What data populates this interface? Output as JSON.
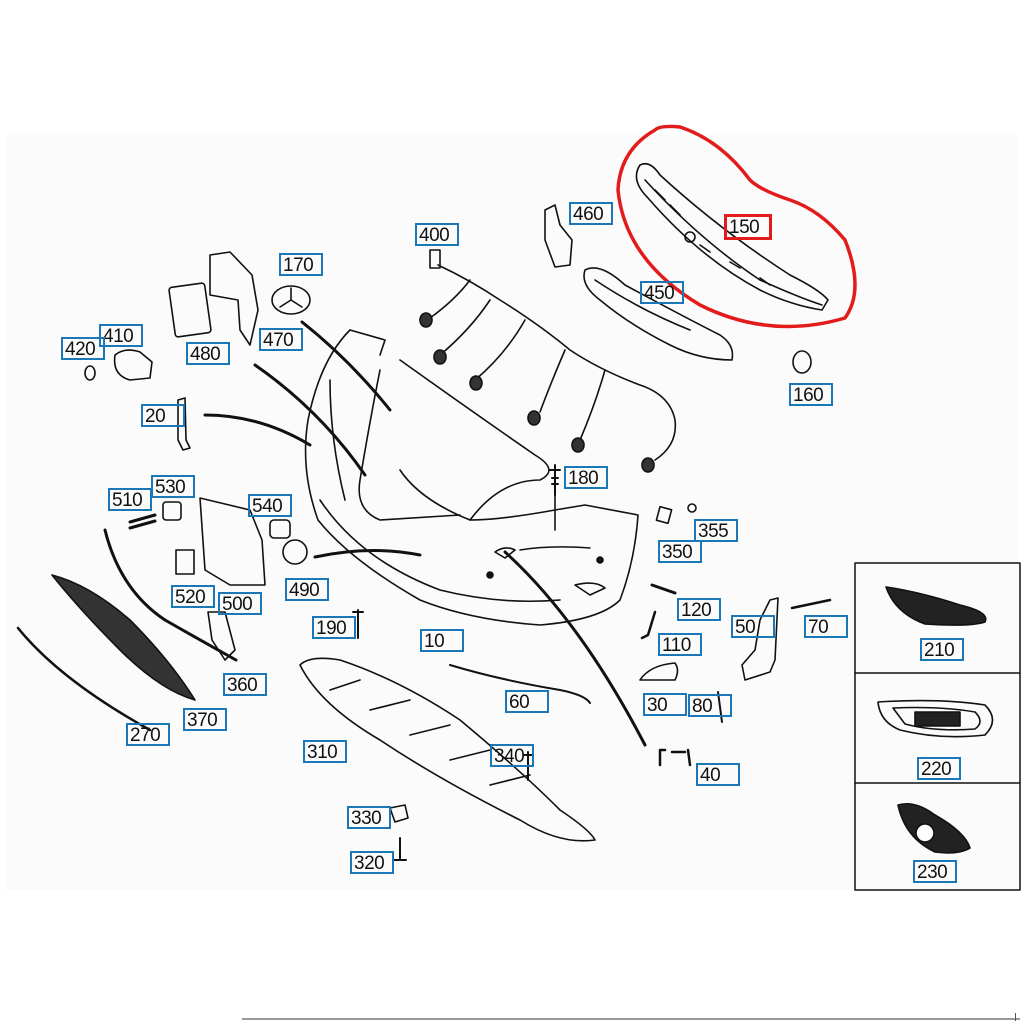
{
  "diagram": {
    "title": "Front bumper exploded parts diagram",
    "highlight_color": "#e21b1b",
    "callout_color": "#1a78b8",
    "highlighted_part": "150",
    "callouts": [
      {
        "id": "c150",
        "label": "150",
        "highlighted": true
      },
      {
        "id": "c460",
        "label": "460"
      },
      {
        "id": "c400",
        "label": "400"
      },
      {
        "id": "c450",
        "label": "450"
      },
      {
        "id": "c170",
        "label": "170"
      },
      {
        "id": "c410",
        "label": "410"
      },
      {
        "id": "c420",
        "label": "420"
      },
      {
        "id": "c480",
        "label": "480"
      },
      {
        "id": "c470",
        "label": "470"
      },
      {
        "id": "c160",
        "label": "160"
      },
      {
        "id": "c20",
        "label": "20"
      },
      {
        "id": "c180",
        "label": "180"
      },
      {
        "id": "c510",
        "label": "510"
      },
      {
        "id": "c530",
        "label": "530"
      },
      {
        "id": "c540",
        "label": "540"
      },
      {
        "id": "c355",
        "label": "355"
      },
      {
        "id": "c350",
        "label": "350"
      },
      {
        "id": "c520",
        "label": "520"
      },
      {
        "id": "c500",
        "label": "500"
      },
      {
        "id": "c490",
        "label": "490"
      },
      {
        "id": "c120",
        "label": "120"
      },
      {
        "id": "c190",
        "label": "190"
      },
      {
        "id": "c50",
        "label": "50"
      },
      {
        "id": "c70",
        "label": "70"
      },
      {
        "id": "c10",
        "label": "10"
      },
      {
        "id": "c110",
        "label": "110"
      },
      {
        "id": "c210",
        "label": "210"
      },
      {
        "id": "c360",
        "label": "360"
      },
      {
        "id": "c60",
        "label": "60"
      },
      {
        "id": "c30",
        "label": "30"
      },
      {
        "id": "c80",
        "label": "80"
      },
      {
        "id": "c370",
        "label": "370"
      },
      {
        "id": "c270",
        "label": "270"
      },
      {
        "id": "c310",
        "label": "310"
      },
      {
        "id": "c340",
        "label": "340"
      },
      {
        "id": "c40",
        "label": "40"
      },
      {
        "id": "c220",
        "label": "220"
      },
      {
        "id": "c330",
        "label": "330"
      },
      {
        "id": "c320",
        "label": "320"
      },
      {
        "id": "c230",
        "label": "230"
      }
    ]
  }
}
